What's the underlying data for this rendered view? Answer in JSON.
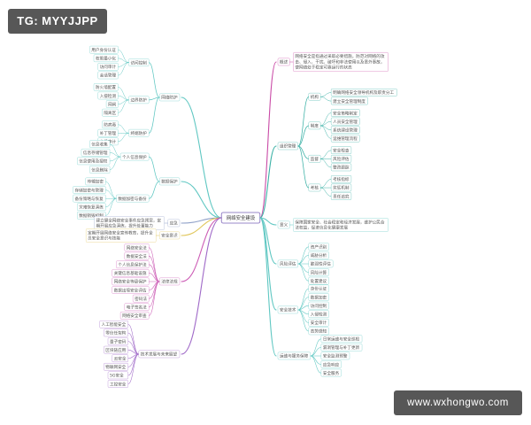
{
  "overlays": {
    "top_left": "TG: MYYJJPP",
    "bottom_right": "www.wxhongwo.com"
  },
  "root": {
    "label": "网络安全建设",
    "color": "#7a62b8"
  },
  "branches": [
    {
      "side": "left",
      "color": "#5fc7c2",
      "label": "网络防护",
      "children": [
        {
          "label": "访问控制",
          "children": [
            "用户身份认证",
            "权限最小化",
            "访问审计",
            "会话管理"
          ]
        },
        {
          "label": "边界防护",
          "children": [
            "防火墙配置",
            "入侵检测",
            "网闸",
            "隔离区"
          ]
        },
        {
          "label": "终端防护",
          "children": [
            "防病毒",
            "补丁管理",
            "主机审计"
          ]
        }
      ]
    },
    {
      "side": "left",
      "color": "#5fc7c2",
      "label": "数据保护",
      "children": [
        {
          "label": "个人信息保护",
          "children": [
            "信息收集",
            "信息存储管理",
            "信息使用及授权",
            "信息删除"
          ]
        },
        {
          "label": "数据加密与备份",
          "children": [
            "传输加密",
            "存储加密与管理",
            "备份策略与恢复",
            "灾难恢复演练",
            "数据销毁机制"
          ]
        }
      ]
    },
    {
      "side": "left",
      "color": "#8fa0c8",
      "label": "应急",
      "note": "建立健全网络安全事件应急预案，定期开展应急演练，提升处置能力"
    },
    {
      "side": "left",
      "color": "#e0c65a",
      "label": "安全意识",
      "note": "定期开展网络安全宣传教育，提升全员安全意识与技能"
    },
    {
      "side": "left",
      "color": "#cc5bb5",
      "label": "法律法规",
      "children": [
        {
          "label": "",
          "children": [
            "网络安全法",
            "数据安全法",
            "个人信息保护法",
            "关键信息基础设施",
            "网络安全等级保护",
            "数据出境安全评估",
            "密码法",
            "电子签名法",
            "网络安全审查"
          ]
        }
      ]
    },
    {
      "side": "left",
      "color": "#a06ac8",
      "label": "技术发展与未来展望",
      "children": [
        {
          "label": "",
          "children": [
            "人工智能安全",
            "零信任架构",
            "量子密码",
            "区块链应用",
            "云安全",
            "物联网安全",
            "5G安全",
            "工控安全"
          ]
        }
      ]
    },
    {
      "side": "right",
      "color": "#c94aa6",
      "label": "概述",
      "note": "网络安全是指通过采取必要措施，防范对网络的攻击、侵入、干扰、破坏和非法使用以及意外事故，使网络处于稳定可靠运行的状态"
    },
    {
      "side": "right",
      "color": "#3bb1a6",
      "label": "组织管理",
      "children": [
        {
          "label": "机构",
          "children": [
            "明确网络安全领导机构及职责分工",
            "建立安全管理制度"
          ]
        },
        {
          "label": "制度",
          "children": [
            "安全策略制定",
            "人员安全管理",
            "系统建设管理",
            "运维管理流程"
          ]
        },
        {
          "label": "监督",
          "children": [
            "安全检查",
            "风险评估",
            "整改跟踪"
          ]
        },
        {
          "label": "考核",
          "children": [
            "考核指标",
            "奖惩机制",
            "责任追究"
          ]
        }
      ]
    },
    {
      "side": "right",
      "color": "#5fc7c2",
      "label": "意义",
      "note": "保障国家安全、社会稳定和经济发展，维护公民合法权益，促进信息化健康发展"
    },
    {
      "side": "right",
      "color": "#5fc7c2",
      "label": "风险评估",
      "children": [
        {
          "label": "",
          "children": [
            "资产识别",
            "威胁分析",
            "脆弱性评估",
            "风险计算",
            "处置建议"
          ]
        }
      ]
    },
    {
      "side": "right",
      "color": "#5fc7c2",
      "label": "安全技术",
      "children": [
        {
          "label": "",
          "children": [
            "身份认证",
            "数据加密",
            "访问控制",
            "入侵检测",
            "安全审计",
            "态势感知"
          ]
        }
      ]
    },
    {
      "side": "right",
      "color": "#5fc7c2",
      "label": "运维与服务保障",
      "children": [
        {
          "label": "",
          "children": [
            "日常运维与安全巡检",
            "漏洞管理与补丁更新",
            "安全监测预警",
            "应急响应",
            "安全服务"
          ]
        }
      ]
    }
  ]
}
